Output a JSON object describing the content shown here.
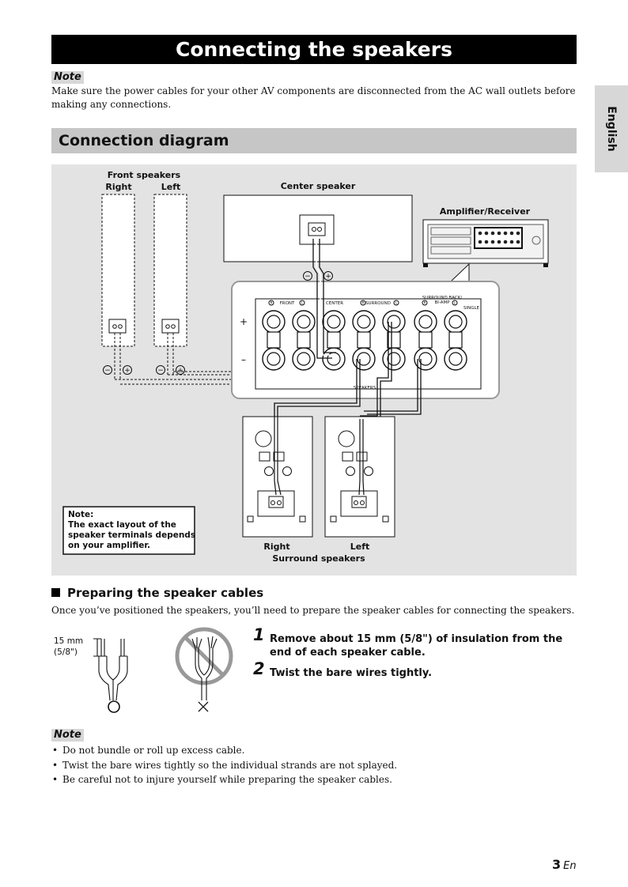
{
  "page": {
    "title": "Connecting the speakers",
    "side_tab": "English",
    "top_note": {
      "tag": "Note",
      "text": "Make sure the power cables for your other AV components are disconnected from the AC wall outlets before making any connections."
    },
    "section_title": "Connection diagram",
    "diagram": {
      "front_speakers": "Front speakers",
      "front_right": "Right",
      "front_left": "Left",
      "center_speaker": "Center speaker",
      "amplifier": "Amplifier/Receiver",
      "panel_front": "FRONT",
      "panel_center": "CENTER",
      "panel_surround": "SURROUND",
      "panel_surround_back": "SURROUND BACK/",
      "panel_bi_amp": "BI-AMP",
      "panel_single": "SINGLE",
      "panel_speakers": "SPEAKERS",
      "plus": "+",
      "minus": "–",
      "r": "R",
      "l": "L",
      "inset_note_title": "Note:",
      "inset_note_line1": "The exact layout of the",
      "inset_note_line2": "speaker terminals depends",
      "inset_note_line3": "on your amplifier.",
      "surround_right": "Right",
      "surround_left": "Left",
      "surround_speakers": "Surround speakers"
    },
    "prep": {
      "heading": "Preparing the speaker cables",
      "intro": "Once you’ve positioned the speakers, you’ll need to prepare the speaker cables for connecting the speakers.",
      "measure_mm": "15 mm",
      "measure_in": "(5/8\")",
      "good_mark": "○",
      "bad_mark": "×",
      "steps": [
        {
          "num": "1",
          "text": "Remove about 15 mm (5/8\") of insulation from the end of each speaker cable."
        },
        {
          "num": "2",
          "text": "Twist the bare wires tightly."
        }
      ]
    },
    "bottom_note": {
      "tag": "Note",
      "items": [
        "Do not bundle or roll up excess cable.",
        "Twist the bare wires tightly so the individual strands are not splayed.",
        "Be careful not to injure yourself while preparing the speaker cables."
      ]
    },
    "footer": {
      "page_number": "3",
      "lang": "En"
    }
  }
}
